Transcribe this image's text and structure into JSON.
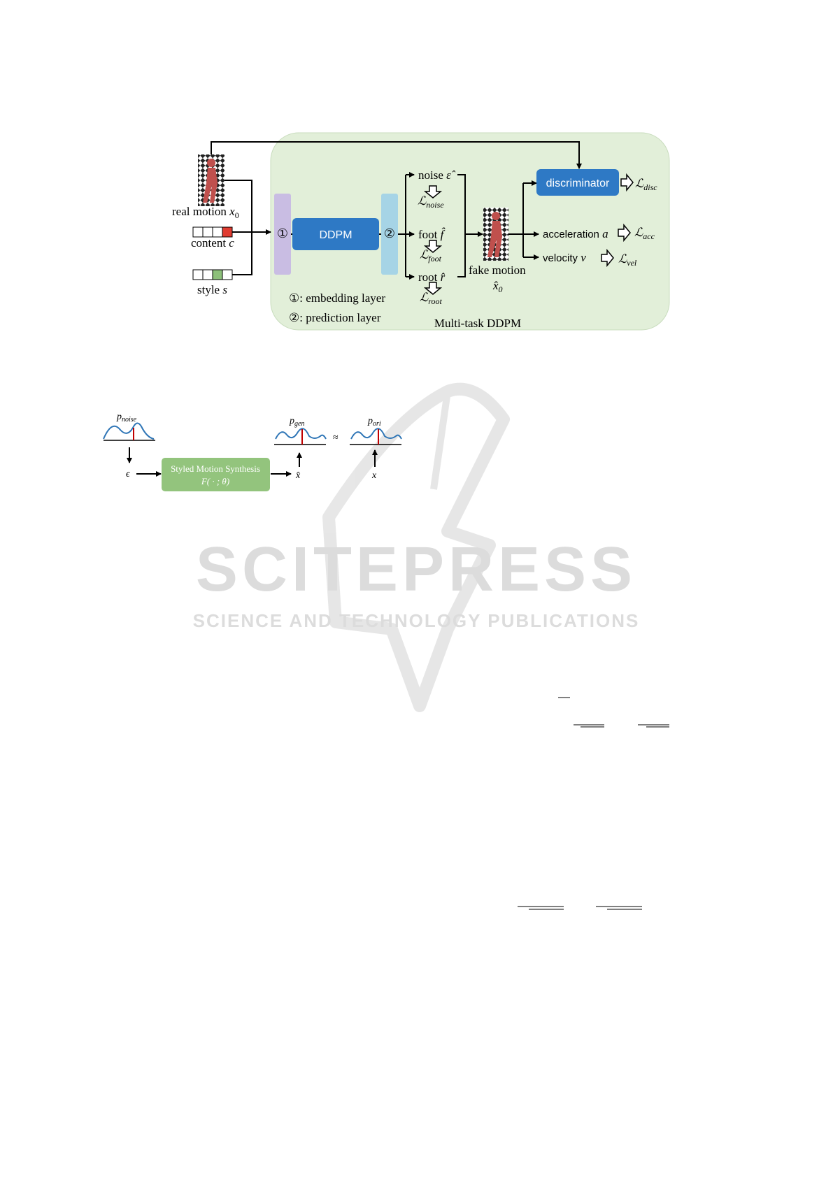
{
  "watermark": {
    "big": "SCITEPRESS",
    "small": "SCIENCE AND TECHNOLOGY PUBLICATIONS",
    "color": "#d9d9d9"
  },
  "figure1": {
    "container_title": "Multi-task DDPM",
    "container_color": "#e2efd9",
    "real_motion": {
      "label": "real motion",
      "symbol": "x",
      "sub": "0"
    },
    "content": {
      "label": "content",
      "symbol": "c",
      "accent": "#e03c31"
    },
    "style": {
      "label": "style",
      "symbol": "s",
      "accent": "#8dc07a"
    },
    "embedding_marker": "①",
    "prediction_marker": "②",
    "ddpm_label": "DDPM",
    "ddpm_color": "#2e79c5",
    "embedding_color": "#c9bde3",
    "prediction_color": "#a6d4e6",
    "outputs": [
      {
        "label": "noise",
        "symbol": "ε̂",
        "loss": "ℒ",
        "loss_sub": "noise"
      },
      {
        "label": "foot",
        "symbol": "f̂",
        "loss": "ℒ",
        "loss_sub": "foot"
      },
      {
        "label": "root",
        "symbol": "r̂",
        "loss": "ℒ",
        "loss_sub": "root"
      }
    ],
    "fake_motion": {
      "label": "fake motion",
      "symbol": "x̂",
      "sub": "0"
    },
    "discriminator": {
      "label": "discriminator",
      "loss": "ℒ",
      "loss_sub": "disc"
    },
    "acceleration": {
      "label": "acceleration",
      "symbol": "a",
      "loss": "ℒ",
      "loss_sub": "acc"
    },
    "velocity": {
      "label": "velocity",
      "symbol": "v",
      "loss": "ℒ",
      "loss_sub": "vel"
    },
    "legend": [
      {
        "marker": "①",
        "text": ": embedding layer"
      },
      {
        "marker": "②",
        "text": ": prediction layer"
      }
    ]
  },
  "figure2": {
    "p_noise": {
      "symbol": "p",
      "sub": "noise"
    },
    "p_gen": {
      "symbol": "p",
      "sub": "gen"
    },
    "p_ori": {
      "symbol": "p",
      "sub": "ori"
    },
    "approx": "≈",
    "epsilon": "ϵ",
    "x_hat": "x̂",
    "x": "x",
    "box_title": "Styled Motion Synthesis",
    "box_formula": "F( · ; θ)",
    "box_color": "#93c47d",
    "curve_color": "#2e75b6",
    "marker_color": "#c00000"
  }
}
